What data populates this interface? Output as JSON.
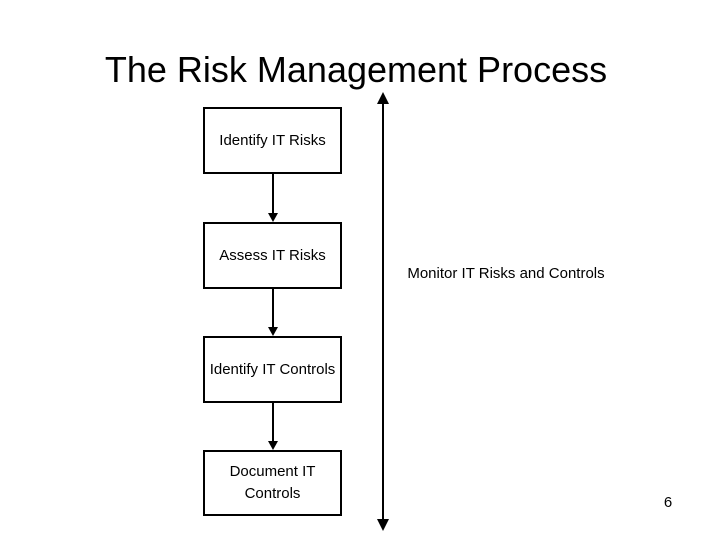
{
  "slide": {
    "title": "The Risk Management Process",
    "page_number": "6",
    "background_color": "#ffffff",
    "line_color": "#000000"
  },
  "flowchart": {
    "boxes": [
      {
        "label": "Identify IT Risks"
      },
      {
        "label": "Assess IT Risks"
      },
      {
        "label": "Identify IT Controls"
      },
      {
        "label": "Document IT Controls"
      }
    ],
    "connectors": [
      {
        "from": "Identify IT Risks",
        "to": "Assess IT Risks",
        "style": "arrow-down"
      },
      {
        "from": "Assess IT Risks",
        "to": "Identify IT Controls",
        "style": "arrow-down"
      },
      {
        "from": "Identify IT Controls",
        "to": "Document IT Controls",
        "style": "arrow-down"
      }
    ],
    "monitor": {
      "label": "Monitor IT Risks and Controls",
      "arrow_style": "double-headed-vertical"
    }
  }
}
